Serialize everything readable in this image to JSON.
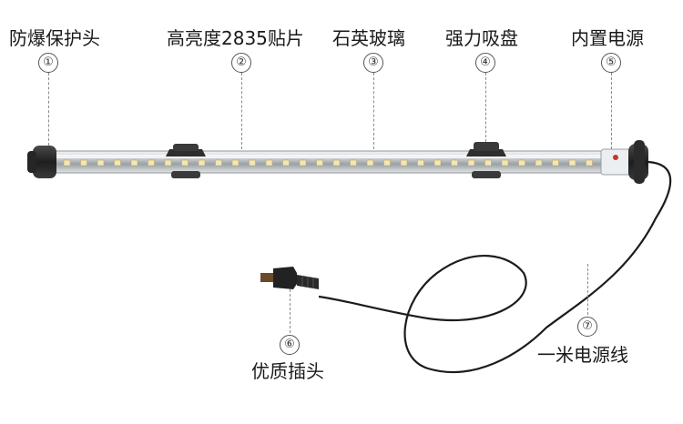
{
  "callouts": [
    {
      "number": "①",
      "label": "防爆保护头"
    },
    {
      "number": "②",
      "label": "高亮度2835贴片"
    },
    {
      "number": "③",
      "label": "石英玻璃"
    },
    {
      "number": "④",
      "label": "强力吸盘"
    },
    {
      "number": "⑤",
      "label": "内置电源"
    },
    {
      "number": "⑥",
      "label": "优质插头"
    },
    {
      "number": "⑦",
      "label": "一米电源线"
    }
  ],
  "colors": {
    "tube_body": "#c9cdd0",
    "led_chip": "#f3e7b8",
    "end_cap": "#2b2b2b",
    "cord": "#1c1c1c",
    "plug": "#6b4a2a"
  }
}
